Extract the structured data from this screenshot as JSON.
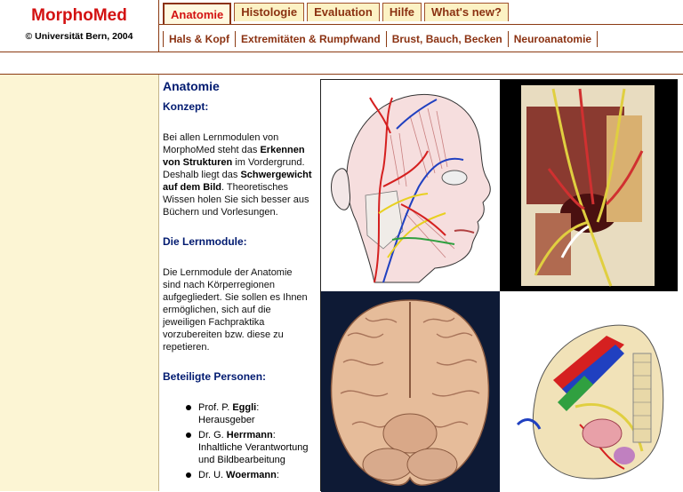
{
  "logo": {
    "brand": "MorphoMed",
    "copyright": "© Universität Bern, 2004"
  },
  "main_tabs": [
    {
      "label": "Anatomie",
      "active": true
    },
    {
      "label": "Histologie",
      "active": false
    },
    {
      "label": "Evaluation",
      "active": false
    },
    {
      "label": "Hilfe",
      "active": false
    },
    {
      "label": "What's new?",
      "active": false
    }
  ],
  "sub_nav": [
    {
      "label": "Hals & Kopf"
    },
    {
      "label": "Extremitäten & Rumpfwand"
    },
    {
      "label": "Brust, Bauch, Becken"
    },
    {
      "label": "Neuroanatomie"
    }
  ],
  "content": {
    "title": "Anatomie",
    "konzept_heading": "Konzept:",
    "konzept_text": {
      "p1": "Bei allen Lernmodulen von MorphoMed steht das ",
      "b1": "Erkennen von Strukturen",
      "p2": " im Vordergrund. Deshalb liegt das ",
      "b2": "Schwergewicht auf dem Bild",
      "p3": ". Theoretisches Wissen holen Sie sich besser aus Büchern und Vorlesungen."
    },
    "module_heading": "Die Lernmodule:",
    "module_text": "Die Lernmodule der Anatomie sind nach Körperregionen aufgegliedert. Sie sollen es Ihnen ermöglichen, sich auf die jeweiligen Fachpraktika vorzubereiten bzw. diese zu repetieren.",
    "persons_heading": "Beteiligte Personen:",
    "persons": [
      {
        "prefix": "Prof. P. ",
        "name": "Eggli",
        "role": ": Herausgeber"
      },
      {
        "prefix": "Dr. G. ",
        "name": "Herrmann",
        "role": ": Inhaltliche Verantwortung und Bildbearbeitung"
      },
      {
        "prefix": "Dr. U. ",
        "name": "Woermann",
        "role": ":"
      }
    ]
  },
  "colors": {
    "brand_red": "#d31212",
    "tab_bg": "#fcf2c4",
    "tab_text": "#8b3212",
    "heading_navy": "#001a70",
    "sidebar_bg": "#fcf5d4"
  }
}
